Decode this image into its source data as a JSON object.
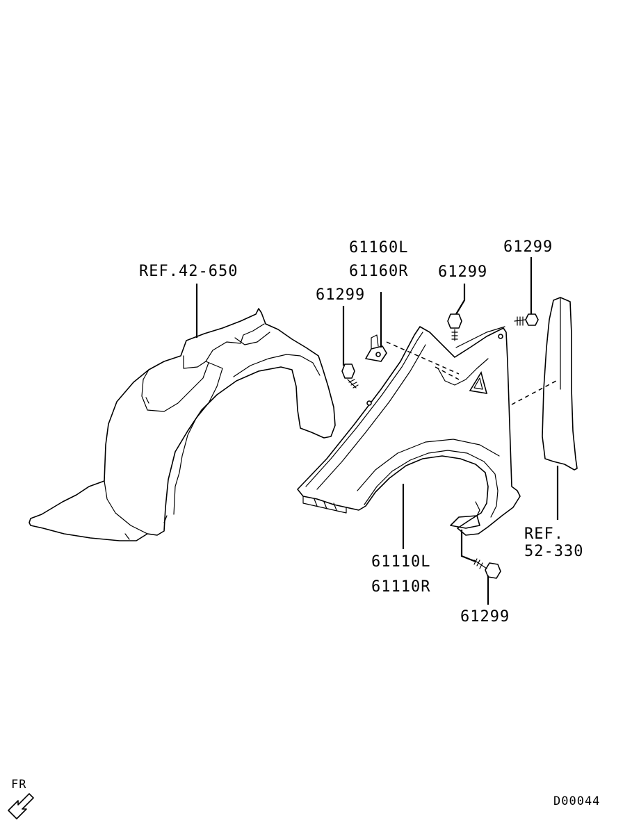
{
  "labels": {
    "ref_liner": "REF.42-650",
    "bracket_l": "61160L",
    "bracket_r": "61160R",
    "bolt_a": "61299",
    "bolt_b": "61299",
    "bolt_c": "61299",
    "bolt_d": "61299",
    "fender_l": "61110L",
    "fender_r": "61110R",
    "ref_trim_1": "REF.",
    "ref_trim_2": "52-330",
    "direction": "FR",
    "diagram_code": "D00044"
  },
  "colors": {
    "ink": "#000000",
    "background": "#ffffff"
  },
  "icons": {
    "front_direction": "arrow-down-left-icon"
  }
}
